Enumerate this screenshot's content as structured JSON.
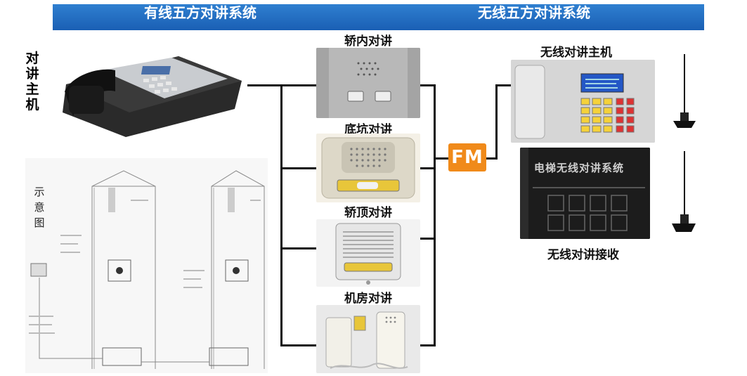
{
  "banner": {
    "left_title": "有线五方对讲系统",
    "right_title": "无线五方对讲系统"
  },
  "left": {
    "host_label_chars": [
      "对",
      "讲",
      "主",
      "机"
    ],
    "schematic_label_chars": [
      "示",
      "意",
      "图"
    ]
  },
  "middle": {
    "car": "轿内对讲",
    "pit": "底坑对讲",
    "top": "轿顶对讲",
    "machine_room": "机房对讲"
  },
  "right": {
    "host": "无线对讲主机",
    "receiver": "无线对讲接收",
    "fm_badge": "FM",
    "device_panel_text": "电梯无线对讲系统"
  },
  "colors": {
    "banner": "#1a5fb4",
    "fm": "#f08a1a"
  }
}
